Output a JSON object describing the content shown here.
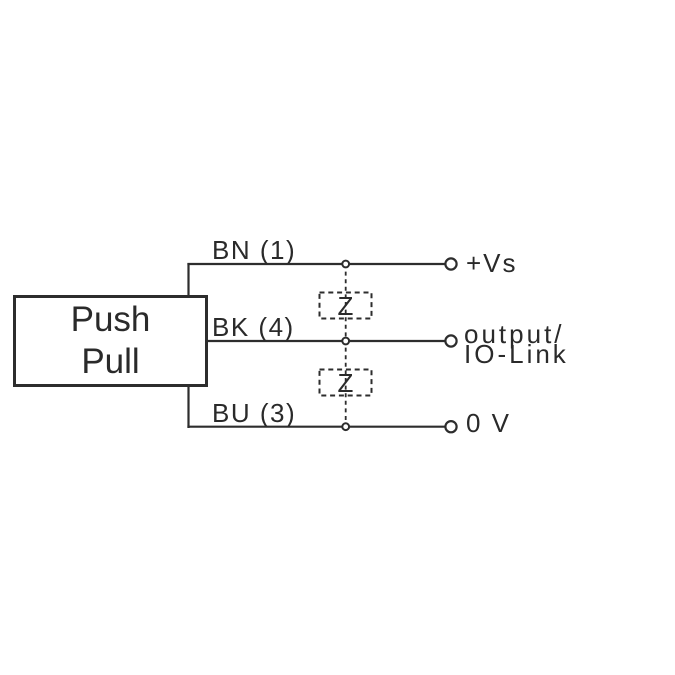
{
  "diagram": {
    "device_box": {
      "line1": "Push",
      "line2": "Pull"
    },
    "wires": [
      {
        "wire_label": "BN (1)",
        "pin_label": "+Vs"
      },
      {
        "wire_label": "BK (4)",
        "pin_label": "output/",
        "pin_label_line2": "IO-Link"
      },
      {
        "wire_label": "BU (3)",
        "pin_label": "0 V"
      }
    ],
    "suppressors": [
      {
        "label": "Z"
      },
      {
        "label": "Z"
      }
    ],
    "colors": {
      "line": "#2d2d2d",
      "text": "#2a2a2a",
      "background": "#ffffff"
    }
  }
}
